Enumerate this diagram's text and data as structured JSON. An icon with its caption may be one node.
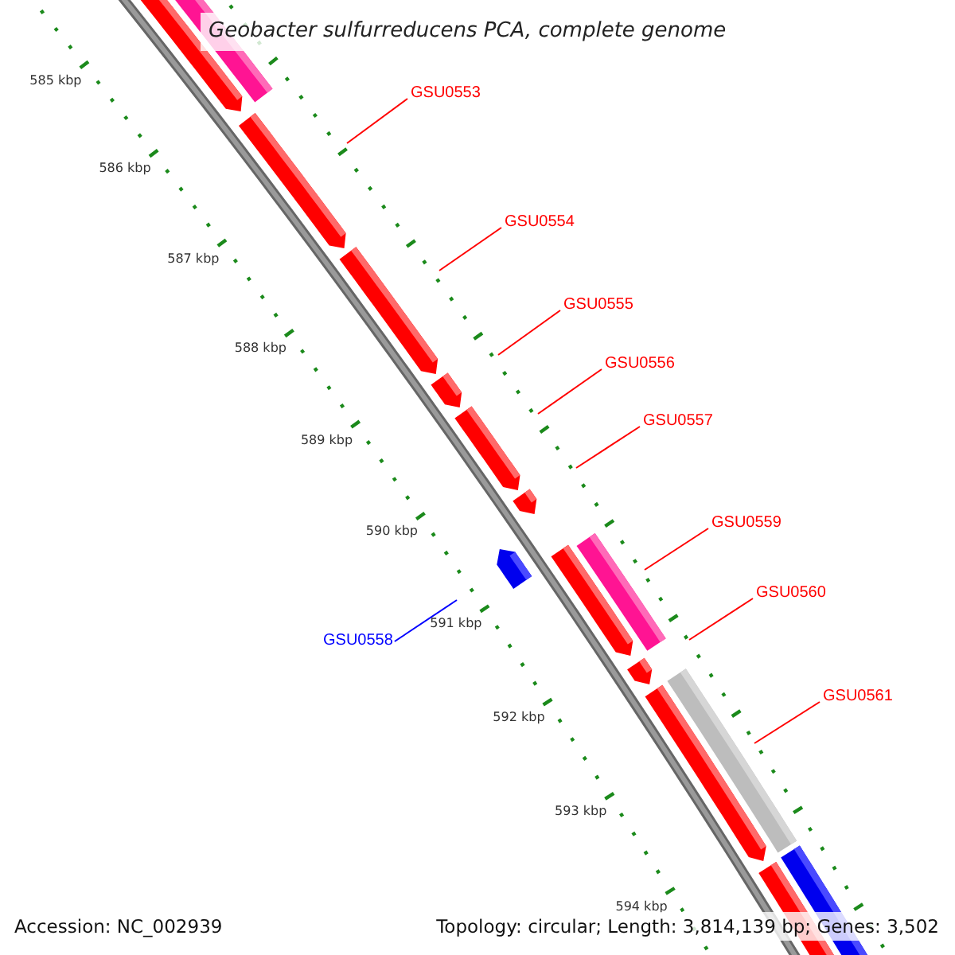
{
  "diagram": {
    "title": "Geobacter sulfurreducens PCA, complete genome",
    "nodes": [
      {
        "text": [
          "GSU0553"
        ]
      },
      {
        "text": [
          "GSU0554"
        ]
      },
      {
        "text": [
          "GSU0555"
        ]
      },
      {
        "text": [
          "GSU0556"
        ]
      },
      {
        "text": [
          "GSU0557"
        ]
      },
      {
        "text": [
          "GSU0559"
        ]
      },
      {
        "text": [
          "GSU0560"
        ]
      },
      {
        "text": [
          "GSU0558"
        ]
      },
      {
        "text": [
          "GSU0561"
        ]
      }
    ],
    "edges": [
      {
        "from": 0,
        "to": null,
        "arrow": "none"
      },
      {
        "from": 1,
        "to": null,
        "arrow": "none"
      },
      {
        "from": 2,
        "to": null,
        "arrow": "none"
      },
      {
        "from": 3,
        "to": null,
        "arrow": "none"
      },
      {
        "from": 4,
        "to": null,
        "arrow": "none"
      },
      {
        "from": 5,
        "to": null,
        "arrow": "none"
      },
      {
        "from": 6,
        "to": null,
        "arrow": "none"
      },
      {
        "from": 7,
        "to": null,
        "arrow": "none",
        "color": "#0000ff"
      },
      {
        "from": 8,
        "to": null,
        "arrow": "none"
      }
    ],
    "labels": [
      "585 kbp",
      "586 kbp",
      "587 kbp",
      "588 kbp",
      "589 kbp",
      "590 kbp",
      "591 kbp",
      "592 kbp",
      "593 kbp",
      "594 kbp",
      "Accession: NC_002939",
      "Topology: circular; Length: 3,814,139 bp; Genes: 3,502"
    ]
  }
}
